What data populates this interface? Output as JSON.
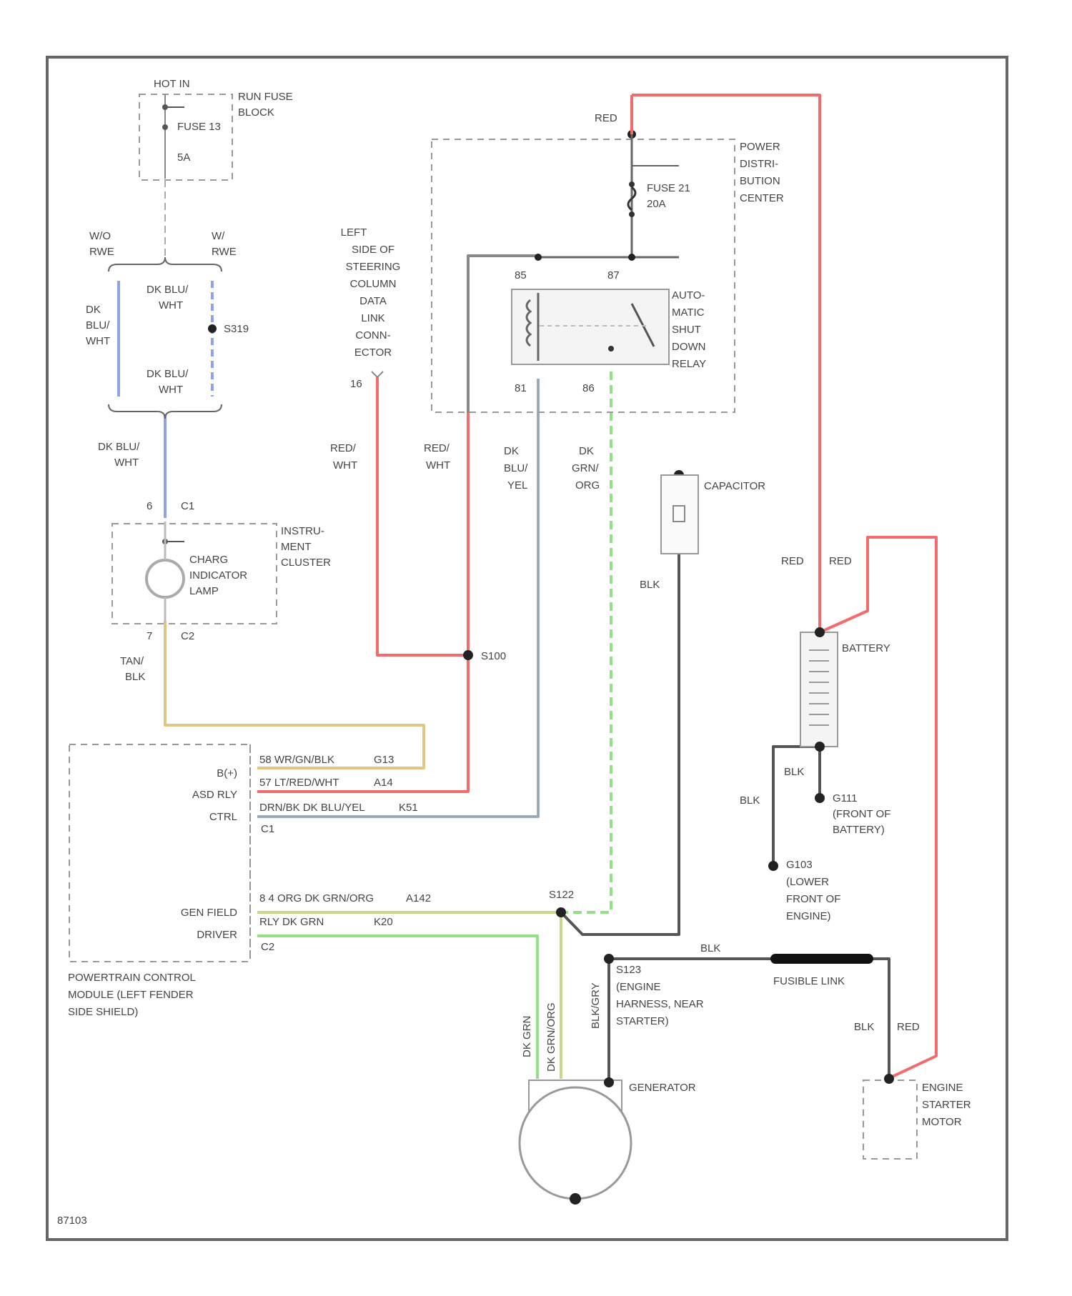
{
  "frame_code": "87103",
  "colors": {
    "red": "#f36b6b",
    "blue": "#8fa3e6",
    "tan": "#e2c583",
    "lt_green": "#92e184",
    "gray_blue": "#9aaabb",
    "yellow_green": "#c8d88a",
    "black": "#555555"
  },
  "fuse_block": {
    "hot_in": "HOT IN",
    "run_fuse": [
      "RUN FUSE",
      "BLOCK"
    ],
    "fuse": "FUSE 13",
    "amps": "5A"
  },
  "splice_labels": {
    "wo_abs": [
      "W/O",
      "RWE"
    ],
    "w_abs": [
      "W/",
      "RWE"
    ],
    "left_wire": [
      "DK",
      "BLU/",
      "WHT"
    ],
    "top_wire": [
      "DK BLU/",
      "WHT"
    ],
    "bottom_wire": [
      "DK BLU/",
      "WHT"
    ],
    "splice": "S319",
    "below_wire": [
      "DK BLU/",
      "WHT"
    ]
  },
  "cluster": {
    "pin_c1": "6",
    "conn_c1": "C1",
    "title": [
      "INSTRU-",
      "MENT",
      "CLUSTER"
    ],
    "lamp": [
      "CHARG",
      "INDICATOR",
      "LAMP"
    ],
    "pin_c2": "7",
    "conn_c2": "C2",
    "wire": [
      "TAN/",
      "BLK"
    ]
  },
  "dlc": {
    "title": [
      "LEFT",
      "SIDE OF",
      "STEERING",
      "COLUMN",
      "DATA",
      "LINK",
      "CONN-",
      "ECTOR"
    ],
    "pin": "16"
  },
  "pdc": {
    "wire_in": "RED",
    "title": [
      "POWER",
      "DISTRI-",
      "BUTION",
      "CENTER"
    ],
    "fuse": "FUSE 21",
    "amps": "20A",
    "pin_85": "85",
    "pin_87": "87",
    "relay": [
      "AUTO-",
      "MATIC",
      "SHUT",
      "DOWN",
      "RELAY"
    ],
    "pin_81": "81",
    "pin_86": "86"
  },
  "wire_labels": {
    "red_wht_1": [
      "RED/",
      "WHT"
    ],
    "red_wht_2": [
      "RED/",
      "WHT"
    ],
    "dk_blu_yel": [
      "DK",
      "BLU/",
      "YEL"
    ],
    "dk_grn_org": [
      "DK",
      "GRN/",
      "ORG"
    ],
    "blk_cap": "BLK",
    "red_a": "RED",
    "red_b": "RED",
    "blk_batt_1": "BLK",
    "blk_batt_2": "BLK",
    "blk_link": "BLK",
    "blk_start": "BLK",
    "red_start": "RED",
    "dk_grn": "DK GRN",
    "dk_grn_org_v": "DK GRN/ORG",
    "blk_gry": "BLK/GRY"
  },
  "capacitor": "CAPACITOR",
  "battery": "BATTERY",
  "splice_s100": "S100",
  "ground_g111": [
    "G111",
    "(FRONT OF",
    "BATTERY)"
  ],
  "ground_g103": [
    "G103",
    "(LOWER",
    "FRONT OF",
    "ENGINE)"
  ],
  "pcm": {
    "rows": [
      {
        "label": "B(+)",
        "wire": "58 WR/GN/BLK",
        "circuit": "G13"
      },
      {
        "label": "ASD RLY",
        "wire": "57 LT/RED/WHT",
        "circuit": "A14"
      },
      {
        "label": "CTRL",
        "wire": "DRN/BK DK BLU/YEL",
        "circuit": "K51"
      },
      {
        "label": "GEN FIELD",
        "wire": "8 4 ORG DK GRN/ORG",
        "circuit": "A142"
      },
      {
        "label": "DRIVER",
        "wire": "RLY DK GRN",
        "circuit": "K20"
      }
    ],
    "conn_c1": "C1",
    "conn_c2": "C2",
    "title": [
      "POWERTRAIN CONTROL",
      "MODULE (LEFT FENDER",
      "SIDE SHIELD)"
    ]
  },
  "s122": "S122",
  "s123": [
    "S123",
    "(ENGINE",
    "HARNESS, NEAR",
    "STARTER)"
  ],
  "fusible_link": "FUSIBLE LINK",
  "generator": "GENERATOR",
  "starter": [
    "ENGINE",
    "STARTER",
    "MOTOR"
  ]
}
